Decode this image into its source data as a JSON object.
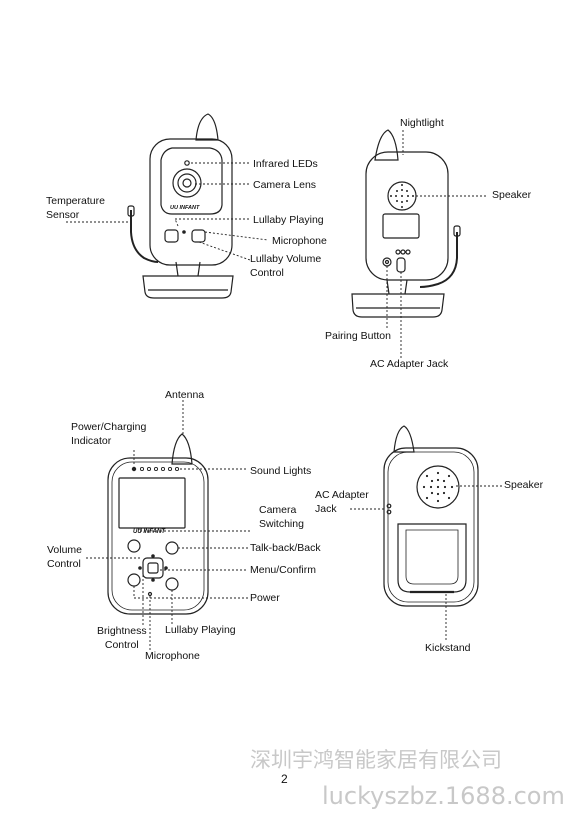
{
  "camera_front": {
    "brand": "UU INFANT",
    "labels": {
      "infrared_leds": "Infrared LEDs",
      "camera_lens": "Camera Lens",
      "temperature_sensor": "Temperature\nSensor",
      "lullaby_playing": "Lullaby Playing",
      "microphone": "Microphone",
      "lullaby_volume": "Lullaby Volume\nControl"
    }
  },
  "camera_back": {
    "labels": {
      "nightlight": "Nightlight",
      "speaker": "Speaker",
      "pairing_button": "Pairing Button",
      "ac_adapter_jack": "AC Adapter Jack"
    }
  },
  "monitor_front": {
    "brand": "UU INFANT",
    "labels": {
      "antenna": "Antenna",
      "power_charging": "Power/Charging\nIndicator",
      "sound_lights": "Sound Lights",
      "camera_switching": "Camera\nSwitching",
      "volume_control": "Volume\nControl",
      "talk_back": "Talk-back/Back",
      "menu_confirm": "Menu/Confirm",
      "power": "Power",
      "brightness": "Brightness\nControl",
      "lullaby_playing": "Lullaby Playing",
      "microphone": "Microphone"
    }
  },
  "monitor_back": {
    "labels": {
      "ac_adapter_jack": "AC Adapter\nJack",
      "speaker": "Speaker",
      "kickstand": "Kickstand"
    }
  },
  "page_number": "2",
  "watermark": {
    "line1": "深圳宇鸿智能家居有限公司",
    "line2": "luckyszbz.1688.com"
  }
}
